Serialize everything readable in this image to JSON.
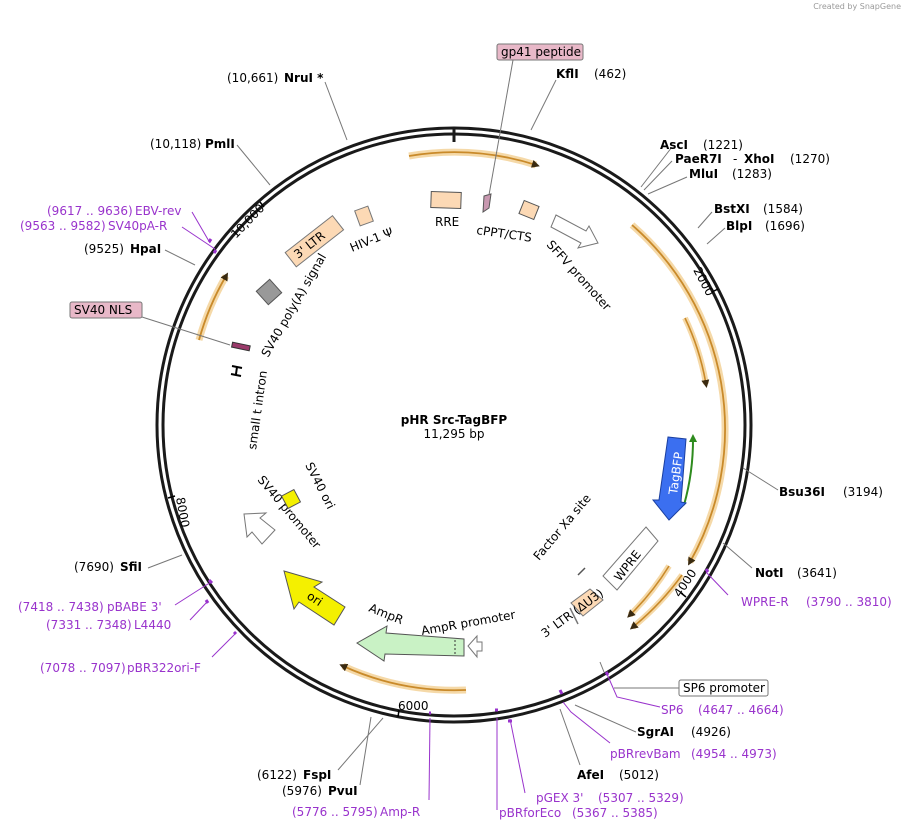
{
  "credit": "Created by SnapGene",
  "map": {
    "name": "pHR Src-TagBFP",
    "length": "11,295 bp"
  },
  "ticks": [
    "2000",
    "4000",
    "6000",
    "8000",
    "10,000"
  ],
  "enzymes": [
    {
      "name": "KflI",
      "pos": "(462)"
    },
    {
      "name": "AscI",
      "pos": "(1221)"
    },
    {
      "name": "PaeR7I",
      "sep": "-",
      "name2": "XhoI",
      "pos": "(1270)"
    },
    {
      "name": "MluI",
      "pos": "(1283)"
    },
    {
      "name": "BstXI",
      "pos": "(1584)"
    },
    {
      "name": "BlpI",
      "pos": "(1696)"
    },
    {
      "name": "Bsu36I",
      "pos": "(3194)"
    },
    {
      "name": "NotI",
      "pos": "(3641)"
    },
    {
      "name": "SgrAI",
      "pos": "(4926)"
    },
    {
      "name": "AfeI",
      "pos": "(5012)"
    },
    {
      "name": "FspI",
      "pos": "(6122)"
    },
    {
      "name": "PvuI",
      "pos": "(5976)"
    },
    {
      "name": "SfiI",
      "pos": "(7690)"
    },
    {
      "name": "HpaI",
      "pos": "(9525)"
    },
    {
      "name": "PmlI",
      "pos": "(10,118)"
    },
    {
      "name": "NruI *",
      "pos": "(10,661)"
    }
  ],
  "primers": [
    {
      "name": "WPRE-R",
      "range": "(3790 .. 3810)"
    },
    {
      "name": "SP6",
      "range": "(4647 .. 4664)"
    },
    {
      "name": "pBRrevBam",
      "range": "(4954 .. 4973)"
    },
    {
      "name": "pGEX 3'",
      "range": "(5307 .. 5329)"
    },
    {
      "name": "pBRforEco",
      "range": "(5367 .. 5385)"
    },
    {
      "name": "Amp-R",
      "range": "(5776 .. 5795)"
    },
    {
      "name": "pBR322ori-F",
      "range": "(7078 .. 7097)"
    },
    {
      "name": "L4440",
      "range": "(7331 .. 7348)"
    },
    {
      "name": "pBABE 3'",
      "range": "(7418 .. 7438)"
    },
    {
      "name": "SV40pA-R",
      "range": "(9563 .. 9582)"
    },
    {
      "name": "EBV-rev",
      "range": "(9617 .. 9636)"
    }
  ],
  "boxed_labels": {
    "gp41": "gp41 peptide",
    "sv40nls": "SV40 NLS",
    "sp6promoter": "SP6 promoter"
  },
  "features": {
    "rre": "RRE",
    "cppt": "cPPT/CTS",
    "sffv": "SFFV promoter",
    "tagbfp": "TagBFP",
    "factorxa": "Factor Xa site",
    "wpre": "WPRE",
    "ltr3du3": "3' LTR (ΔU3)",
    "amprpromoter": "AmpR promoter",
    "ampr": "AmpR",
    "ori": "ori",
    "sv40promoter": "SV40 promoter",
    "sv40ori": "SV40 ori",
    "smalltintron": "small t intron",
    "sv40polya": "SV40 poly(A) signal",
    "ltr3": "3' LTR",
    "hiv1psi": "HIV-1 Ψ"
  },
  "colors": {
    "backbone": "#1a1a1a",
    "orf_fill": "#f5d9a8",
    "orf_stroke": "#c98a2a",
    "tagbfp": "#3b6ff0",
    "green_arrow": "#2e8b1e",
    "ampr": "#c9f2c5",
    "ori": "#f4f000",
    "ltr": "#fcd9b5",
    "primer": "#9933cc",
    "gray_feature": "#999999",
    "boxed_label_fill": "#e8b8c8"
  }
}
